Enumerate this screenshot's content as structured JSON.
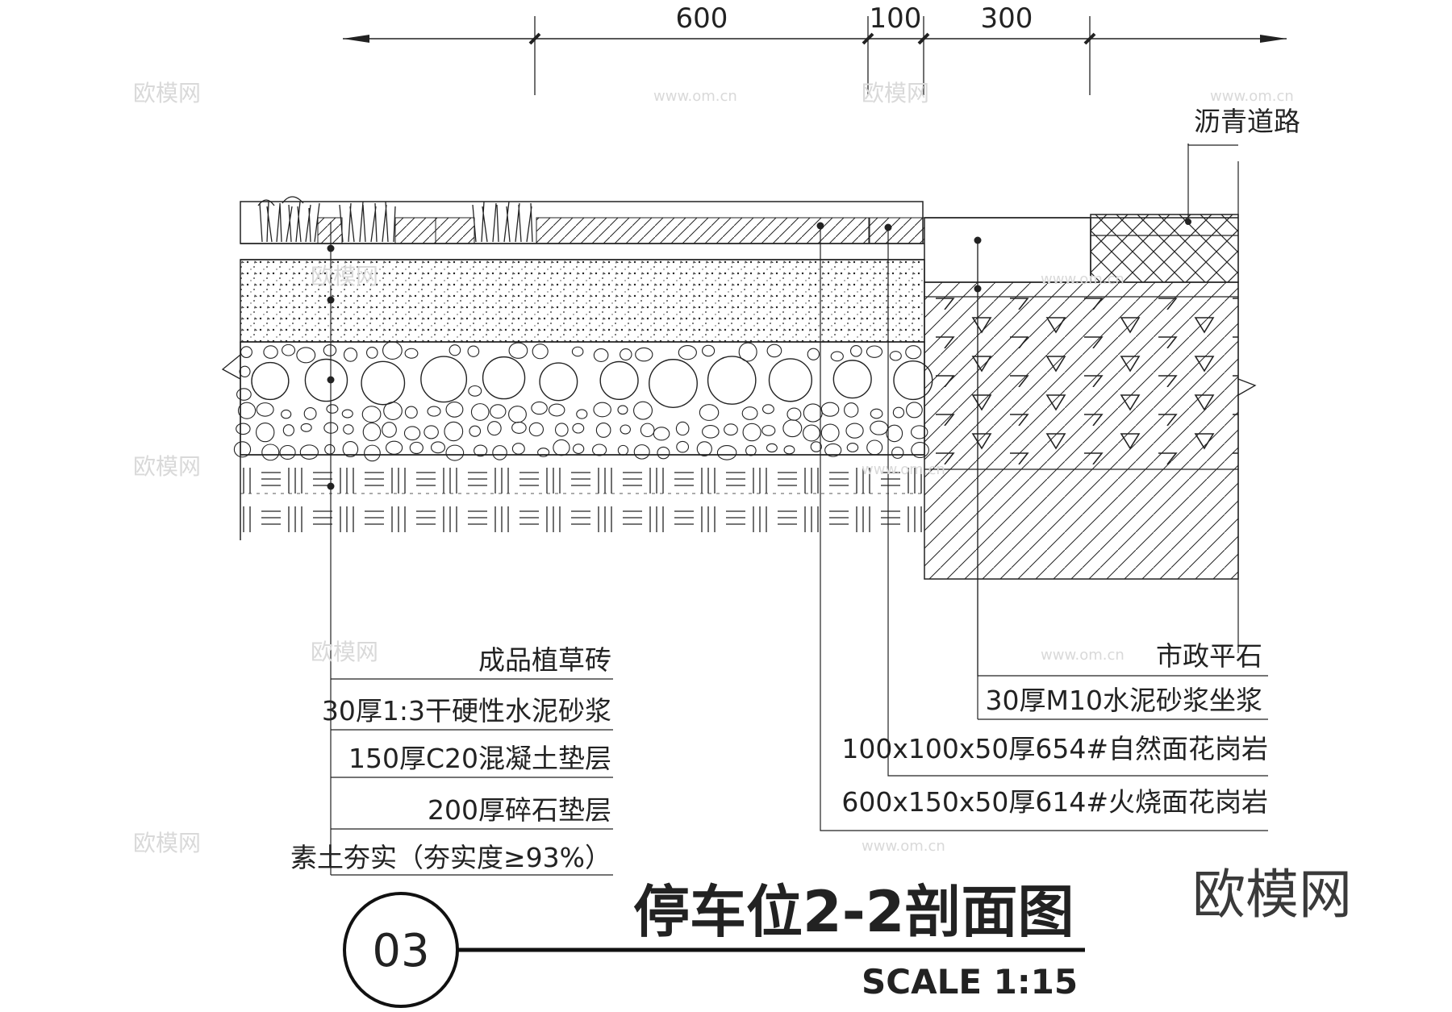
{
  "dimensions": [
    "600",
    "100",
    "300"
  ],
  "road_label": "沥青道路",
  "labels_left": [
    "成品植草砖",
    "30厚1:3干硬性水泥砂浆",
    "150厚C20混凝土垫层",
    "200厚碎石垫层",
    "素土夯实（夯实度≥93%）"
  ],
  "labels_right": [
    "市政平石",
    "30厚M10水泥砂浆坐浆",
    "100x100x50厚654#自然面花岗岩",
    "600x150x50厚614#火烧面花岗岩"
  ],
  "title": {
    "number": "03",
    "name": "停车位2-2剖面图",
    "scale": "SCALE 1:15"
  },
  "watermark": {
    "brand": "欧模网",
    "url": "www.om.cn"
  }
}
